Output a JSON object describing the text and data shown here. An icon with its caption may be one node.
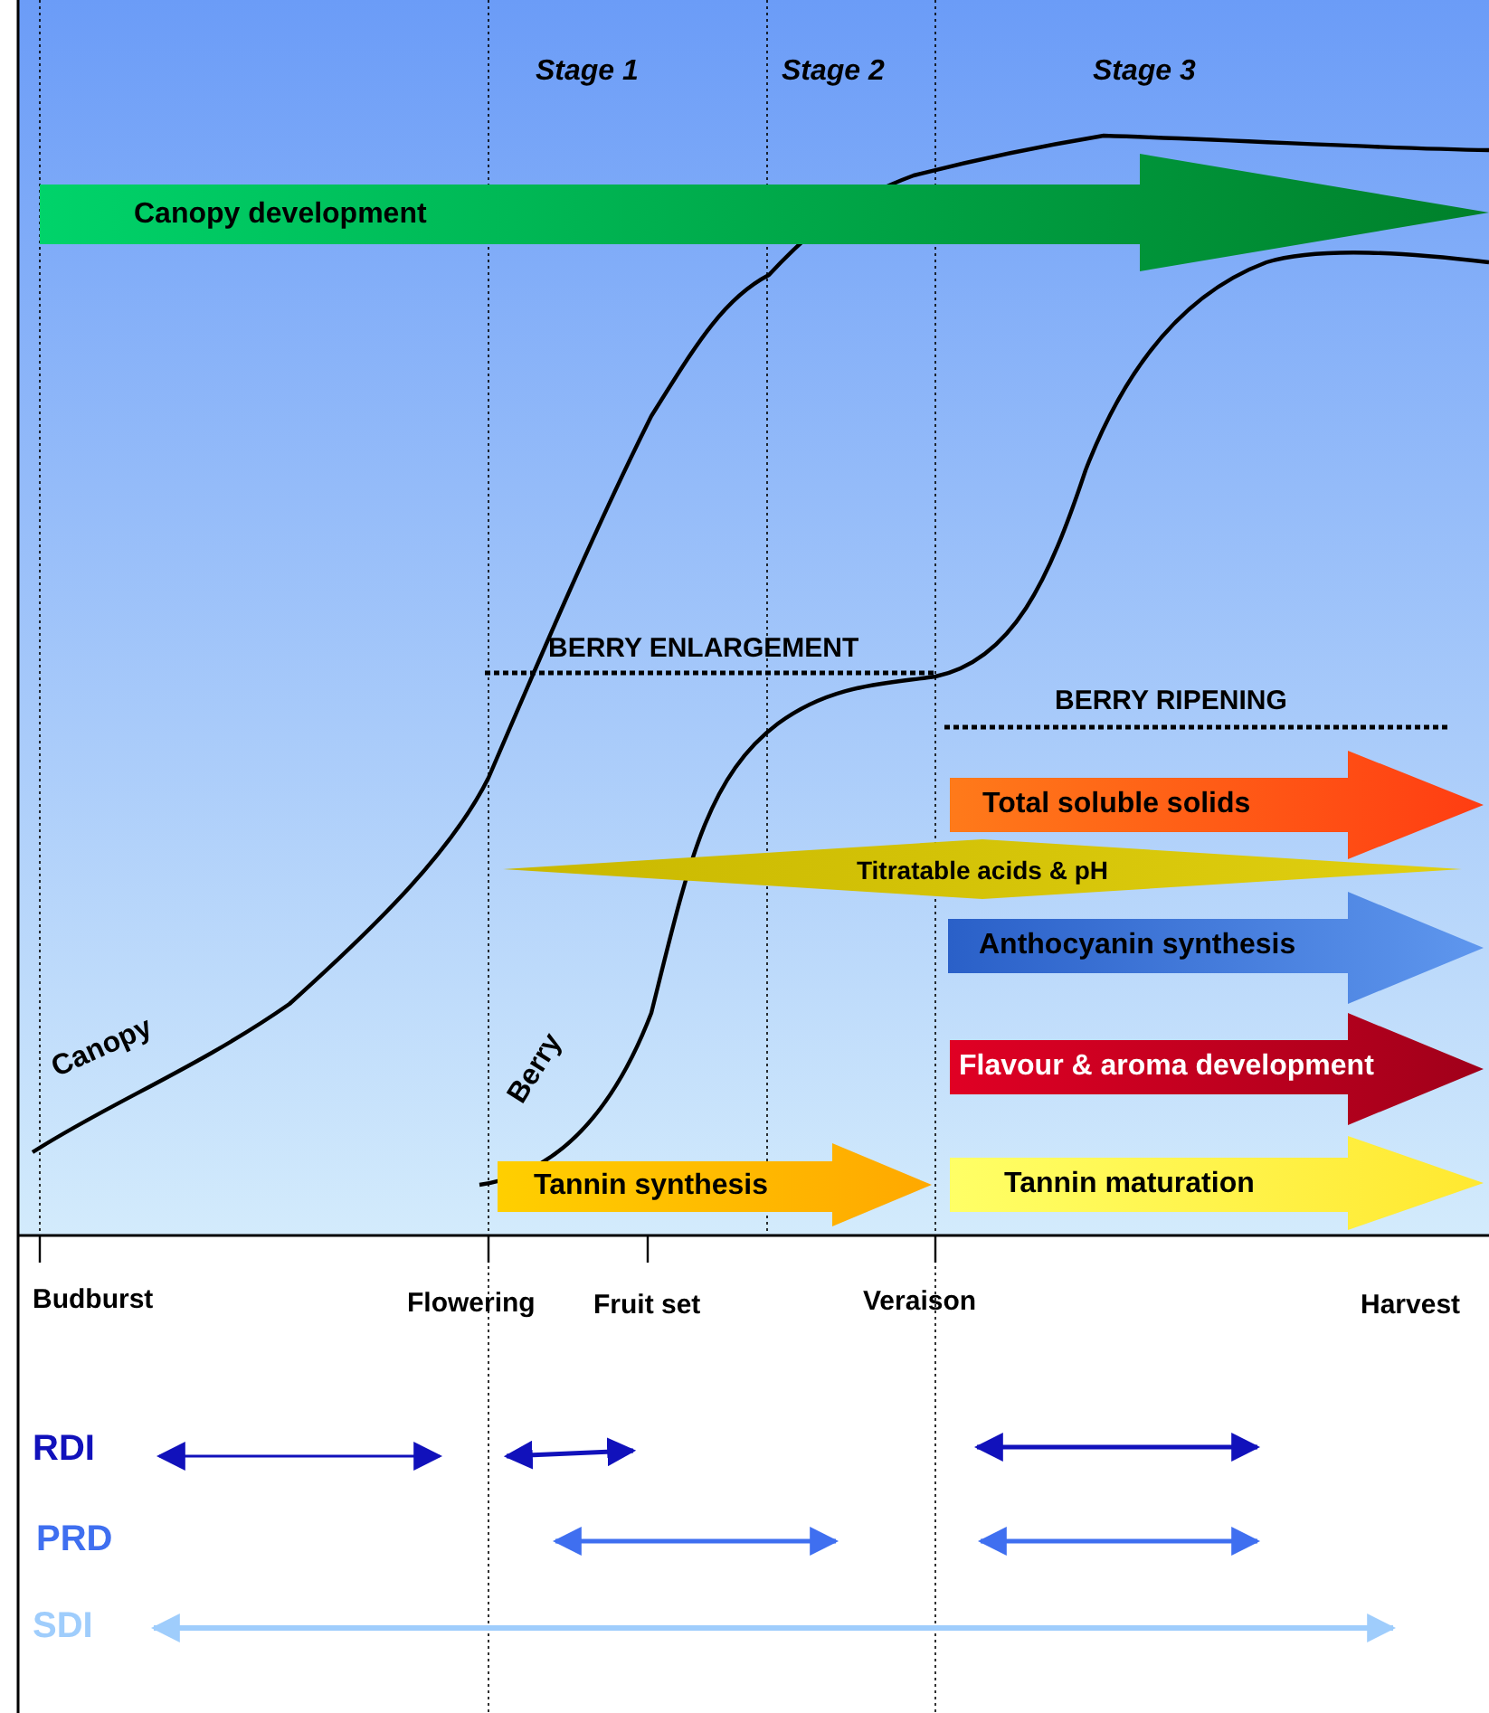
{
  "diagram": {
    "nodes": [
      {
        "text": [
          "Canopy development"
        ]
      },
      {
        "text": [
          "Total soluble solids"
        ]
      },
      {
        "text": [
          "Titratable acids & pH"
        ]
      },
      {
        "text": [
          "Anthocyanin synthesis"
        ]
      },
      {
        "text": [
          "Flavour & aroma development"
        ]
      },
      {
        "text": [
          "Tannin synthesis"
        ]
      },
      {
        "text": [
          "Tannin maturation"
        ]
      }
    ],
    "edges": [],
    "labels": [
      "Stage 1",
      "Stage 2",
      "Stage 3",
      "BERRY ENLARGEMENT",
      "BERRY RIPENING",
      "Canopy",
      "Berry",
      "Budburst",
      "Flowering",
      "Fruit set",
      "Veraison",
      "Harvest",
      "RDI",
      "PRD",
      "SDI"
    ]
  }
}
